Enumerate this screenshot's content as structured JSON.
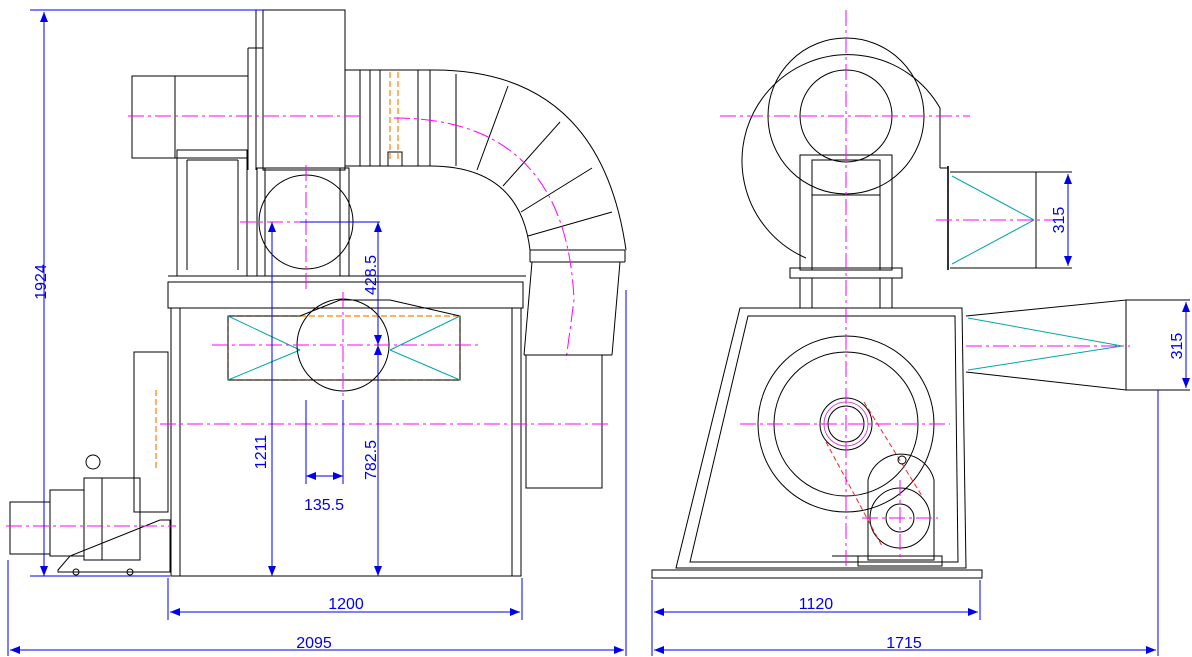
{
  "colors": {
    "outline": "#000000",
    "dimension": "#0000ee",
    "centerline": "#ff00ff",
    "hidden": "#ff8000",
    "duct": "#00a8a8"
  },
  "left_view": {
    "dims": {
      "overall_height": "1924",
      "overall_width": "2095",
      "body_width": "1200",
      "outlet_to_base": "1211",
      "upper_offset": "428.5",
      "center_height": "782.5",
      "center_offset": "135.5"
    }
  },
  "right_view": {
    "dims": {
      "outlet_upper": "315",
      "outlet_lower": "315",
      "body_width": "1120",
      "overall_width": "1715"
    }
  }
}
